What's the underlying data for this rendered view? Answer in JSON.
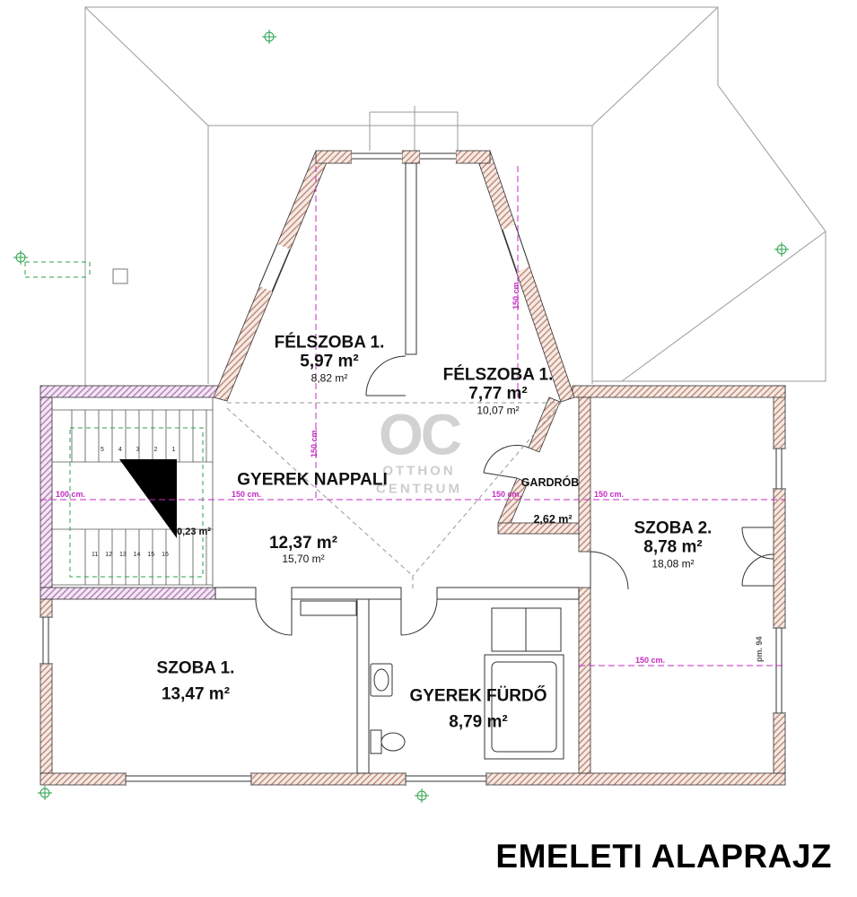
{
  "title": "EMELETI ALAPRAJZ",
  "watermark": {
    "logo": "OC",
    "line1": "OTTHON",
    "line2": "CENTRUM"
  },
  "rooms": [
    {
      "name": "FÉLSZOBA 1.",
      "area": "5,97 m²",
      "gross": "8,82 m²"
    },
    {
      "name": "FÉLSZOBA 1.",
      "area": "7,77 m²",
      "gross": "10,07 m²"
    },
    {
      "name": "GYEREK NAPPALI",
      "area": "12,37 m²",
      "gross": "15,70 m²"
    },
    {
      "name": "GARDRÓB",
      "area": "2,62 m²",
      "gross": ""
    },
    {
      "name": "SZOBA 2.",
      "area": "8,78 m²",
      "gross": "18,08 m²"
    },
    {
      "name": "SZOBA 1.",
      "area": "13,47 m²",
      "gross": ""
    },
    {
      "name": "GYEREK FÜRDŐ",
      "area": "8,79 m²",
      "gross": ""
    }
  ],
  "stair_area": "0,23 m²",
  "dims": {
    "d100": "100 cm.",
    "d150": "150 cm.",
    "pm": "pm. 94"
  },
  "stairs": {
    "top_row": "5 4 3 2 1",
    "bottom_row": "11 12 13 14 15 16"
  }
}
